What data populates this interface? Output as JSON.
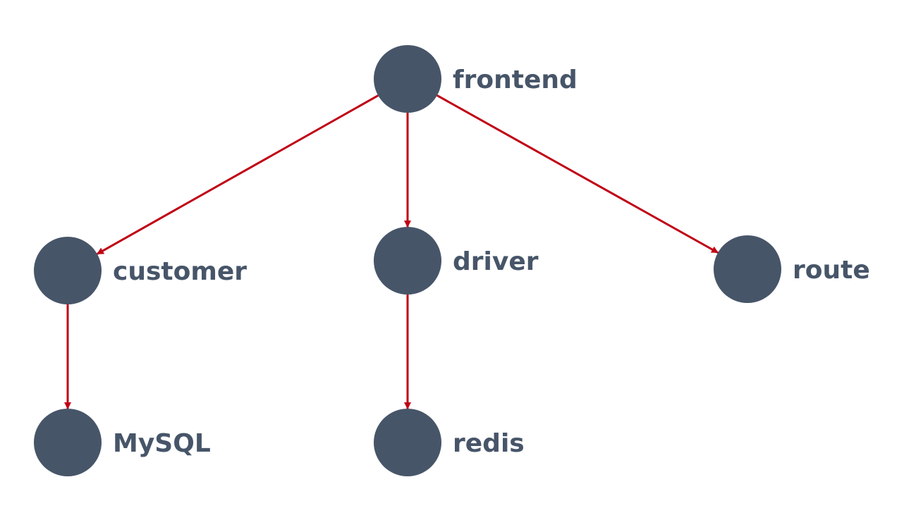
{
  "colors": {
    "node_fill": "#475569",
    "label_text": "#475569",
    "edge": "#c00014",
    "background": "#ffffff"
  },
  "nodes": [
    {
      "id": "frontend",
      "label": "frontend"
    },
    {
      "id": "customer",
      "label": "customer"
    },
    {
      "id": "driver",
      "label": "driver"
    },
    {
      "id": "route",
      "label": "route"
    },
    {
      "id": "mysql",
      "label": "MySQL"
    },
    {
      "id": "redis",
      "label": "redis"
    }
  ],
  "edges": [
    {
      "from": "frontend",
      "to": "customer"
    },
    {
      "from": "frontend",
      "to": "driver"
    },
    {
      "from": "frontend",
      "to": "route"
    },
    {
      "from": "customer",
      "to": "mysql"
    },
    {
      "from": "driver",
      "to": "redis"
    }
  ]
}
